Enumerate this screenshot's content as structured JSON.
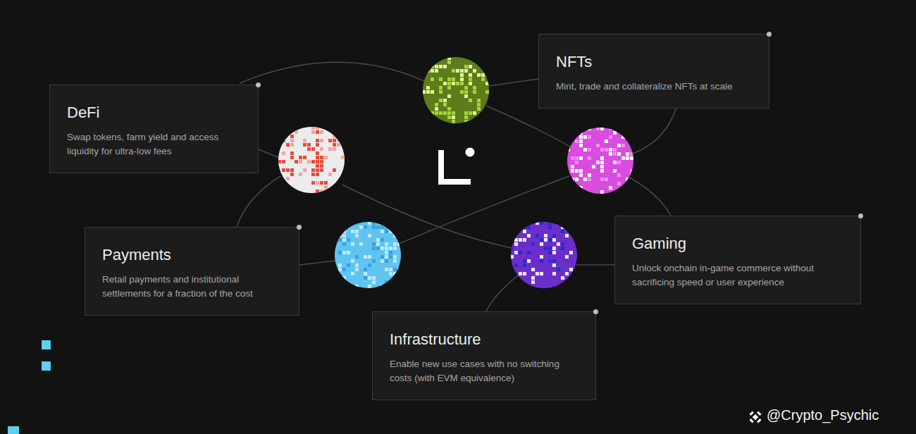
{
  "diagram": {
    "nodes": [
      {
        "text": [
          "DeFi",
          "Swap tokens, farm yield and access liquidity for ultra-low fees"
        ]
      },
      {
        "text": [
          "NFTs",
          "Mint, trade and collateralize NFTs at scale"
        ]
      },
      {
        "text": [
          "Payments",
          "Retail payments and institutional settlements for a fraction of the cost"
        ]
      },
      {
        "text": [
          "Gaming",
          "Unlock onchain in-game commerce without sacrificing speed or user experience"
        ]
      },
      {
        "text": [
          "Infrastructure",
          "Enable new use cases with no switching costs (with EVM equivalence)"
        ]
      }
    ],
    "labels": [
      "@Crypto_Psychic"
    ]
  }
}
